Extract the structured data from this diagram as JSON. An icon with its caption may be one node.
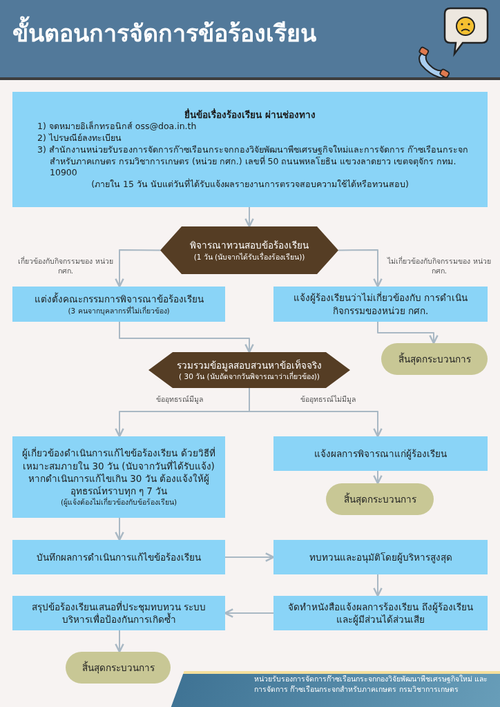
{
  "diagram": {
    "title": "ขั้นตอนการจัดการข้อร้องเรียน",
    "nodes": [
      {
        "text": [
          "ยื่นข้อเรื่องร้องเรียน ผ่านช่องทาง",
          "1) จดหมายอิเล็กทรอนิกส์ oss@doa.in.th",
          "2) ไปรษณีย์ลงทะเบียน",
          "3) สำนักงานหน่วยรับรองการจัดการก๊าซเรือนกระจกกองวิจัยพัฒนาพืชเศรษฐกิจใหม่และการจัดการ ก๊าซเรือนกระจกสำหรับภาคเกษตร กรมวิชาการเกษตร (หน่วย กศก.) เลขที่ 50 ถนนพหลโยธิน แขวงลาดยาว เขตจตุจักร กทม. 10900",
          "(ภายใน 15 วัน นับแต่วันที่ได้รับแจ้งผลรายงานการตรวจสอบความใช้ได้หรือทวนสอบ)"
        ]
      },
      {
        "text": [
          "พิจารณาทวนสอบข้อร้องเรียน",
          "(1 วัน (นับจากได้รับเรื่องร้องเรียน))"
        ]
      },
      {
        "text": [
          "แต่งตั้งคณะกรรมการพิจารณาข้อร้องเรียน",
          "(3 คนจากบุคลากรที่ไม่เกี่ยวข้อง)"
        ]
      },
      {
        "text": [
          "แจ้งผู้ร้องเรียนว่าไม่เกี่ยวข้องกับ การดำเนินกิจกรรมของหน่วย กศก."
        ]
      },
      {
        "text": [
          "สิ้นสุดกระบวนการ"
        ]
      },
      {
        "text": [
          "รวมรวมข้อมูลสอบสวนหาข้อเท็จจริง",
          "( 30 วัน (นับถัดจากวันพิจารณาว่าเกี่ยวข้อง))"
        ]
      },
      {
        "text": [
          "ผู้เกี่ยวข้องดำเนินการแก้ไขข้อร้องเรียน ด้วยวิธีที่เหมาะสมภายใน 30 วัน (นับจากวันที่ได้รับแจ้ง) หากดำเนินการแก้ไขเกิน 30 วัน ต้องแจ้งให้ผู้อุทธรณ์ทราบทุก ๆ 7 วัน",
          "(ผู้แจ้งต้องไม่เกี่ยวข้องกับข้อร้องเรียน)"
        ]
      },
      {
        "text": [
          "แจ้งผลการพิจารณาแก่ผู้ร้องเรียน"
        ]
      },
      {
        "text": [
          "สิ้นสุดกระบวนการ"
        ]
      },
      {
        "text": [
          "บันทึกผลการดำเนินการแก้ไขข้อร้องเรียน"
        ]
      },
      {
        "text": [
          "ทบทวนและอนุมัติโดยผู้บริหารสูงสุด"
        ]
      },
      {
        "text": [
          "สรุปข้อร้องเรียนเสนอที่ประชุมทบทวน ระบบบริหารเพื่อป้องกันการเกิดซ้ำ"
        ]
      },
      {
        "text": [
          "จัดทำหนังสือแจ้งผลการร้องเรียน ถึงผู้ร้องเรียนและผู้มีส่วนได้ส่วนเสีย"
        ]
      },
      {
        "text": [
          "สิ้นสุดกระบวนการ"
        ]
      }
    ],
    "edges": [
      {
        "from": 0,
        "to": 1,
        "arrow": "to"
      },
      {
        "from": 1,
        "to": 2,
        "arrow": "to",
        "label": "เกี่ยวข้องกับกิจกรรมของ หน่วย กศก."
      },
      {
        "from": 1,
        "to": 3,
        "arrow": "to",
        "label": "ไม่เกี่ยวข้องกับกิจกรรมของ หน่วย กศก."
      },
      {
        "from": 3,
        "to": 4,
        "arrow": "to"
      },
      {
        "from": 2,
        "to": 5,
        "arrow": "to"
      },
      {
        "from": 5,
        "to": 6,
        "arrow": "to",
        "label": "ข้ออุทธรณ์มีมูล"
      },
      {
        "from": 5,
        "to": 7,
        "arrow": "to",
        "label": "ข้ออุทธรณ์ไม่มีมูล"
      },
      {
        "from": 7,
        "to": 8,
        "arrow": "to"
      },
      {
        "from": 6,
        "to": 9,
        "arrow": "to"
      },
      {
        "from": 9,
        "to": 10,
        "arrow": "to"
      },
      {
        "from": 10,
        "to": 12,
        "arrow": "to"
      },
      {
        "from": 12,
        "to": 11,
        "arrow": "to"
      },
      {
        "from": 11,
        "to": 13,
        "arrow": "to"
      }
    ],
    "labels": [
      "หน่วยรับรองการจัดการก๊าซเรือนกระจกกองวิจัยพัฒนาพืชเศรษฐกิจใหม่ และการจัดการ ก๊าซเรือนกระจกสำหรับภาคเกษตร กรมวิชาการเกษตร"
    ]
  }
}
